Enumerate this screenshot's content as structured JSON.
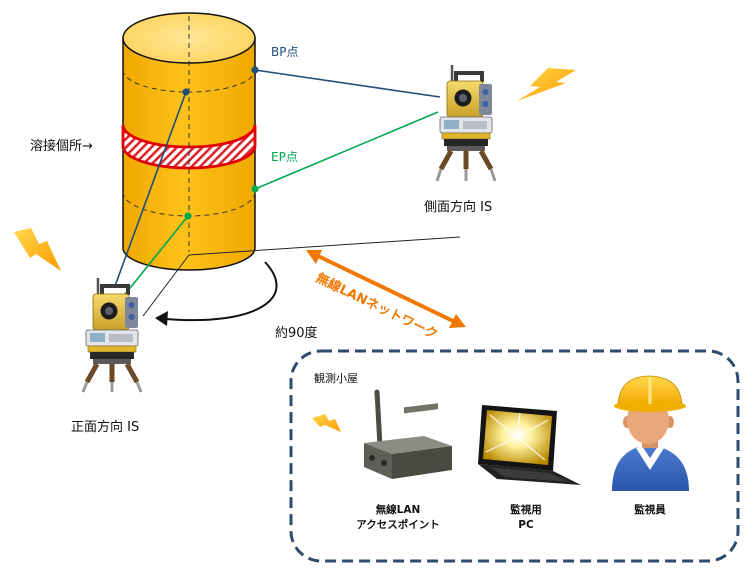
{
  "diagram": {
    "weld_label": "溶接個所→",
    "bp_label": "BP点",
    "ep_label": "EP点",
    "side_station_label": "側面方向 IS",
    "front_station_label": "正面方向 IS",
    "angle_label": "約90度",
    "network_label": "無線LANネットワーク"
  },
  "hut": {
    "title": "観測小屋",
    "access_point_label": [
      "無線LAN",
      "アクセスポイント"
    ],
    "pc_label": [
      "監視用",
      "PC"
    ],
    "monitor_label": "監視員"
  },
  "colors": {
    "bp_line": "#1F4E79",
    "ep_line": "#00A850",
    "network_arrow": "#F07800",
    "weld_band": "#E00000",
    "hut_border": "#2F4B6E"
  }
}
